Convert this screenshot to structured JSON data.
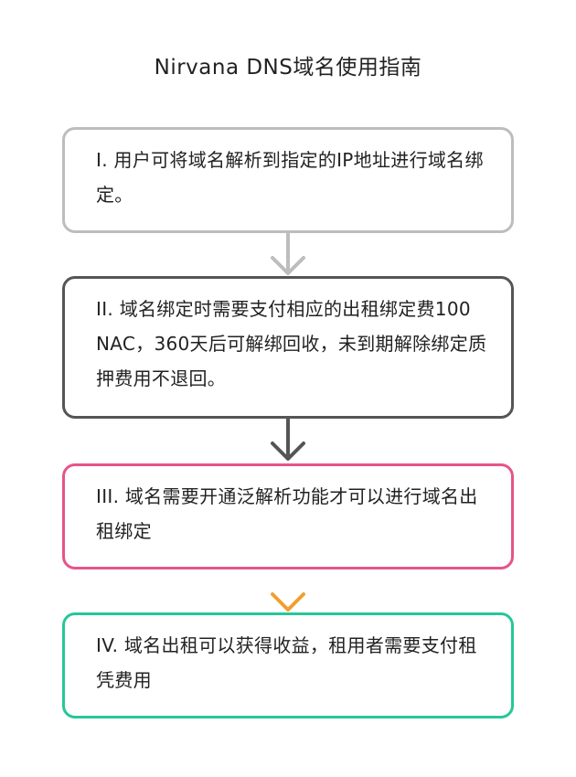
{
  "title": "Nirvana DNS域名使用指南",
  "steps": [
    {
      "text": "I. 用户可将域名解析到指定的IP地址进行域名绑定。",
      "color": "#bdbdbd"
    },
    {
      "text": "II. 域名绑定时需要支付相应的出租绑定费100 NAC，360天后可解绑回收，未到期解除绑定质押费用不退回。",
      "color": "#555555"
    },
    {
      "text": "III. 域名需要开通泛解析功能才可以进行域名出租绑定",
      "color": "#e6548a"
    },
    {
      "text": "IV. 域名出租可以获得收益，租用者需要支付租凭费用",
      "color": "#25c79a"
    }
  ],
  "arrows": [
    {
      "from_color": "#bdbdbd",
      "to_color": "#bdbdbd"
    },
    {
      "from_color": "#555555",
      "to_color": "#555555"
    },
    {
      "from_color": "#e6548a",
      "to_color": "#f0a030"
    }
  ]
}
